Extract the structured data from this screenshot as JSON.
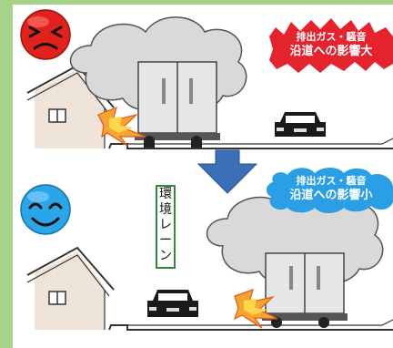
{
  "colors": {
    "frame_green": "#a6d38a",
    "angry_face": "#e0211c",
    "happy_face": "#2aa6e8",
    "arrow": "#3b6fb6",
    "smoke_fill": "#d9d9d9",
    "label_red": "#e4232e",
    "label_blue": "#2b9fe6",
    "lane_border": "#2e8b3d"
  },
  "icons": {
    "top_face": "angry-face-icon",
    "bottom_face": "smiling-face-icon",
    "arrow": "down-arrow-icon"
  },
  "top_label": {
    "line1": "排出ガス・騒音",
    "line2": "沿道への影響大"
  },
  "bottom_label": {
    "line1": "排出ガス・騒音",
    "line2": "沿道への影響小"
  },
  "lane_sign": {
    "chars": [
      "環",
      "境",
      "レ",
      "ー",
      "ン"
    ]
  }
}
